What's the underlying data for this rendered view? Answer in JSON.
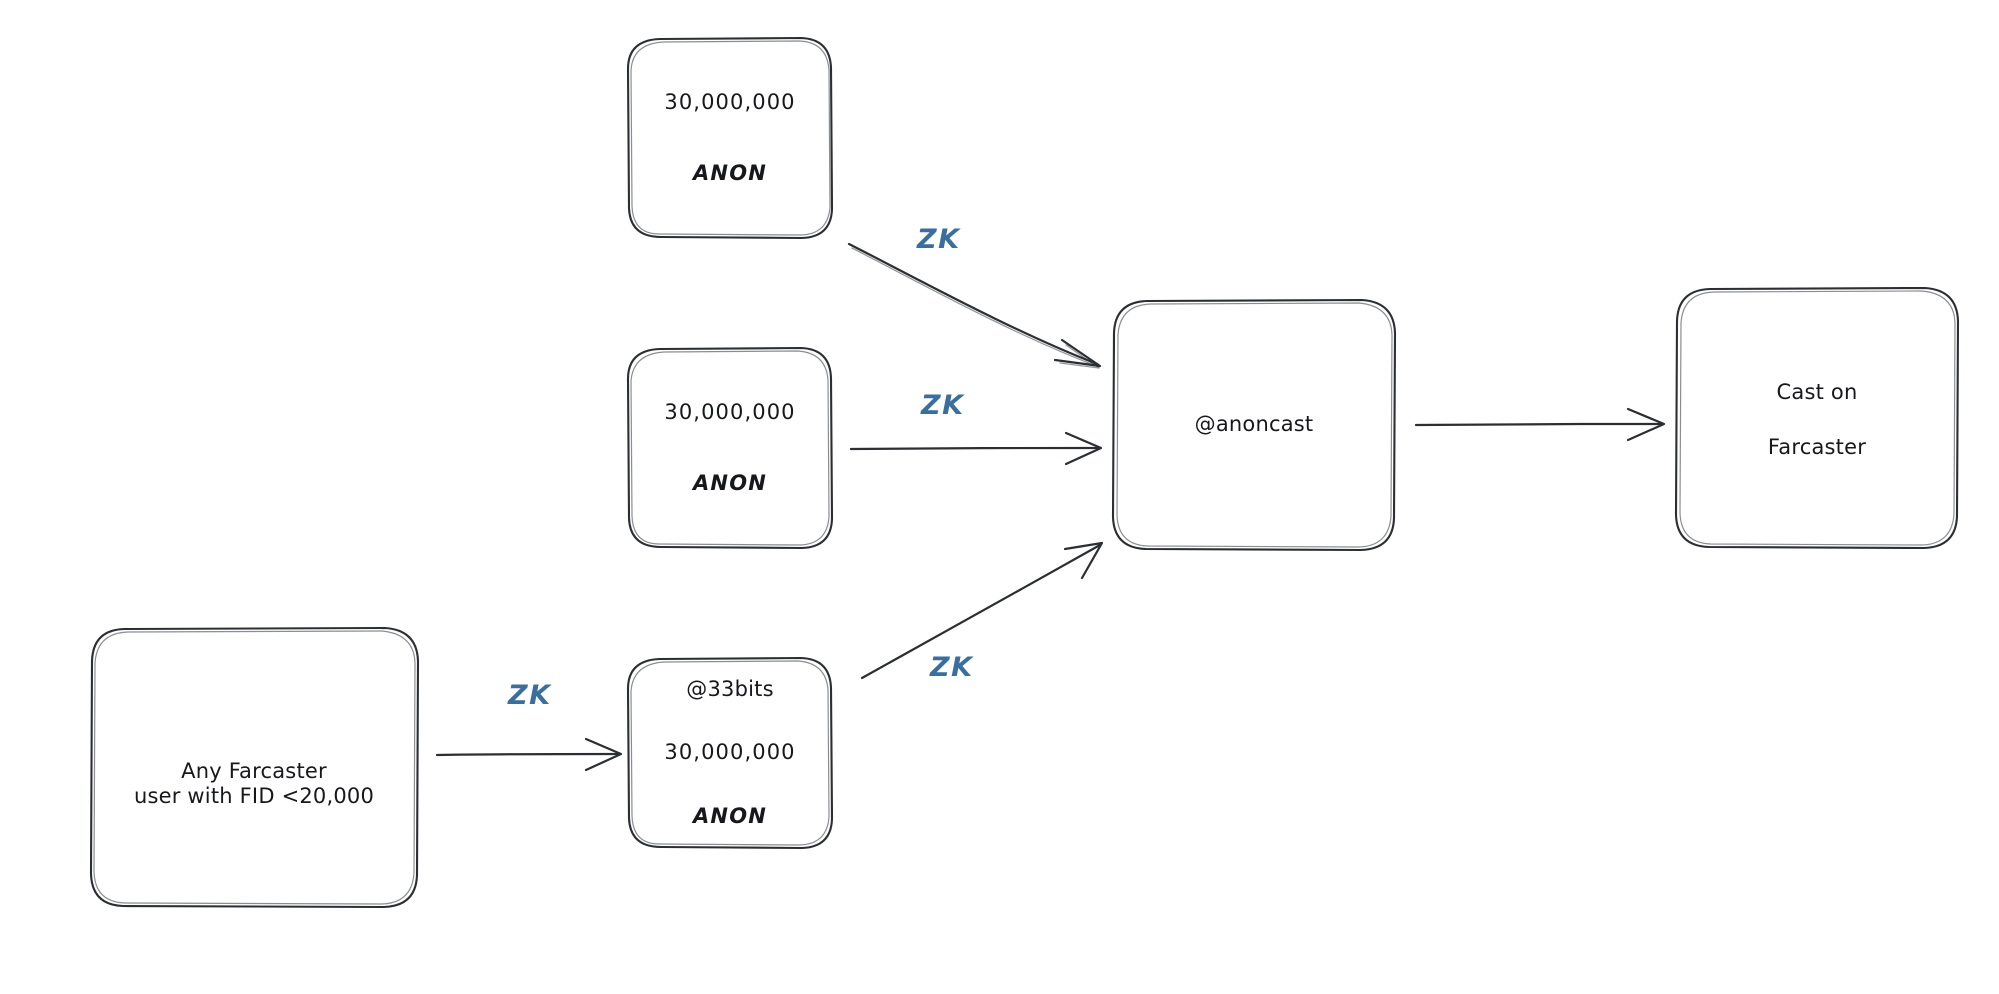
{
  "diagram": {
    "title": "Anoncast zero-knowledge casting flow",
    "background": "#ffffff",
    "stroke_color": "#2b2f33",
    "accent_color": "#3a6e9e",
    "text_color": "#16181c"
  },
  "nodes": {
    "anon_top": {
      "name": "anon-token-holder-top",
      "line1": "30,000,000",
      "line2": "ANON"
    },
    "anon_mid": {
      "name": "anon-token-holder-middle",
      "line1": "30,000,000",
      "line2": "ANON"
    },
    "bits33": {
      "name": "anon-token-holder-33bits",
      "line1": "@33bits",
      "line2": "30,000,000",
      "line3": "ANON"
    },
    "any_user": {
      "name": "any-farcaster-user",
      "line1": "Any Farcaster",
      "line2": "user with FID <20,000"
    },
    "anoncast": {
      "name": "anoncast-account",
      "line1": "@anoncast"
    },
    "cast": {
      "name": "cast-on-farcaster",
      "line1": "Cast on",
      "line2": "Farcaster"
    }
  },
  "edges": [
    {
      "id": "edge-anon-top-to-anoncast",
      "label": "ZK",
      "from": "anon_top",
      "to": "anoncast"
    },
    {
      "id": "edge-anon-mid-to-anoncast",
      "label": "ZK",
      "from": "anon_mid",
      "to": "anoncast"
    },
    {
      "id": "edge-33bits-to-anoncast",
      "label": "ZK",
      "from": "bits33",
      "to": "anoncast"
    },
    {
      "id": "edge-any-user-to-33bits",
      "label": "ZK",
      "from": "any_user",
      "to": "bits33"
    },
    {
      "id": "edge-anoncast-to-cast",
      "label": "",
      "from": "anoncast",
      "to": "cast"
    }
  ],
  "edge_labels": {
    "zk_1": "ZK",
    "zk_2": "ZK",
    "zk_3": "ZK",
    "zk_4": "ZK"
  }
}
